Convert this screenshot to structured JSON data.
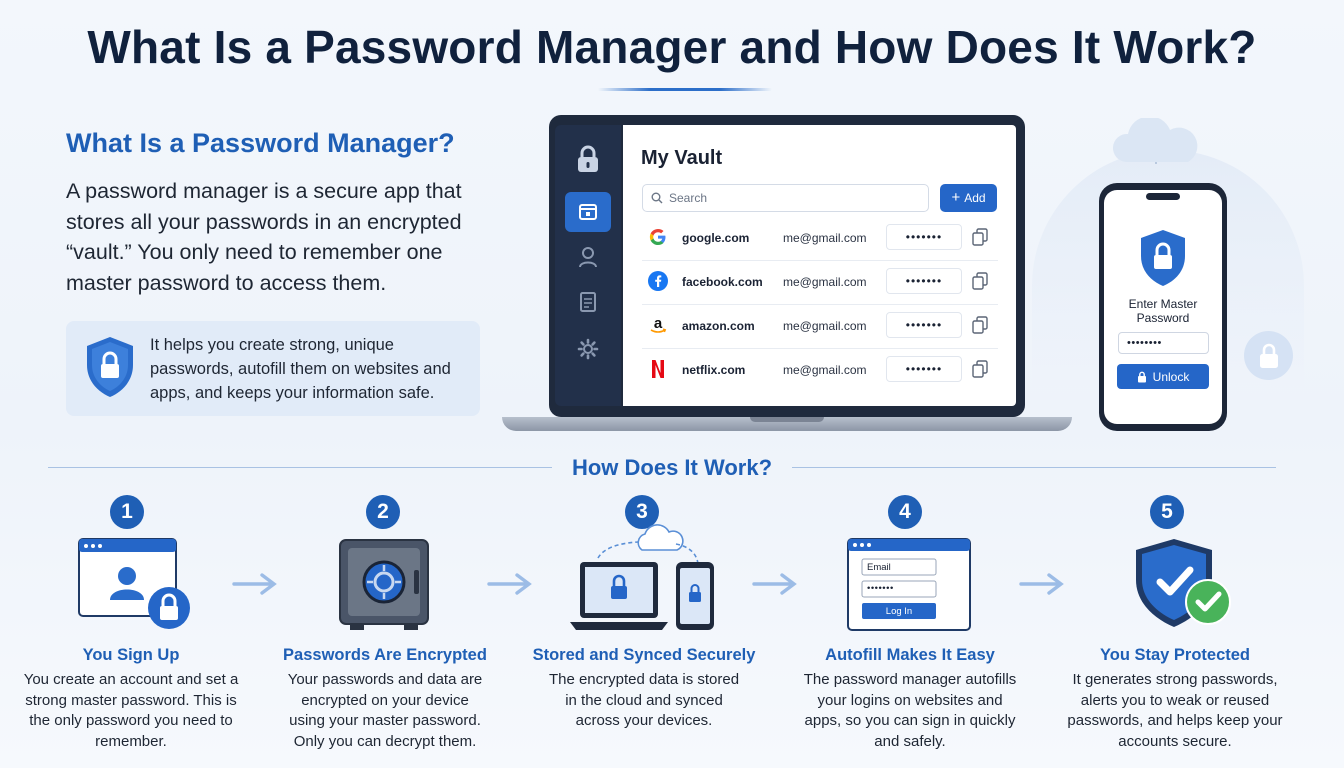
{
  "title": "What Is a Password Manager and How Does It Work?",
  "intro": {
    "heading": "What Is a Password Manager?",
    "body": "A password manager is a secure app that stores all your passwords in an encrypted “vault.” You only need to remember one master password to access them.",
    "callout": "It helps you create strong, unique passwords, autofill them on websites and apps, and keeps your information safe."
  },
  "vault": {
    "title": "My Vault",
    "search_placeholder": "Search",
    "add_label": "Add",
    "rows": [
      {
        "logo": "google-logo",
        "site": "google.com",
        "user": "me@gmail.com",
        "password": "•••••••"
      },
      {
        "logo": "facebook-logo",
        "site": "facebook.com",
        "user": "me@gmail.com",
        "password": "•••••••"
      },
      {
        "logo": "amazon-logo",
        "site": "amazon.com",
        "user": "me@gmail.com",
        "password": "•••••••"
      },
      {
        "logo": "netflix-logo",
        "site": "netflix.com",
        "user": "me@gmail.com",
        "password": "•••••••"
      }
    ]
  },
  "phone": {
    "label": "Enter Master Password",
    "password": "••••••••",
    "unlock_label": "Unlock"
  },
  "how": {
    "heading": "How Does It Work?",
    "steps": [
      {
        "number": "1",
        "title": "You Sign Up",
        "body": "You create an account and set a strong master password. This is the only password you need to remember."
      },
      {
        "number": "2",
        "title": "Passwords Are Encrypted",
        "body": "Your passwords and data are encrypted on your device using your master password. Only you can decrypt them."
      },
      {
        "number": "3",
        "title": "Stored and Synced Securely",
        "body": "The encrypted data is stored in the cloud and synced across your devices."
      },
      {
        "number": "4",
        "title": "Autofill Makes It Easy",
        "body": "The password manager autofills your logins on websites and apps, so you can sign in quickly and safely."
      },
      {
        "number": "5",
        "title": "You Stay Protected",
        "body": "It generates strong passwords, alerts you to weak or reused passwords, and helps keep your accounts secure."
      }
    ],
    "autofill_form": {
      "email_label": "Email",
      "password": "•••••••",
      "login_label": "Log In"
    }
  },
  "colors": {
    "accent": "#1f5fb5",
    "button": "#2566c8",
    "dark": "#1f2a3d",
    "success": "#49b35a"
  }
}
